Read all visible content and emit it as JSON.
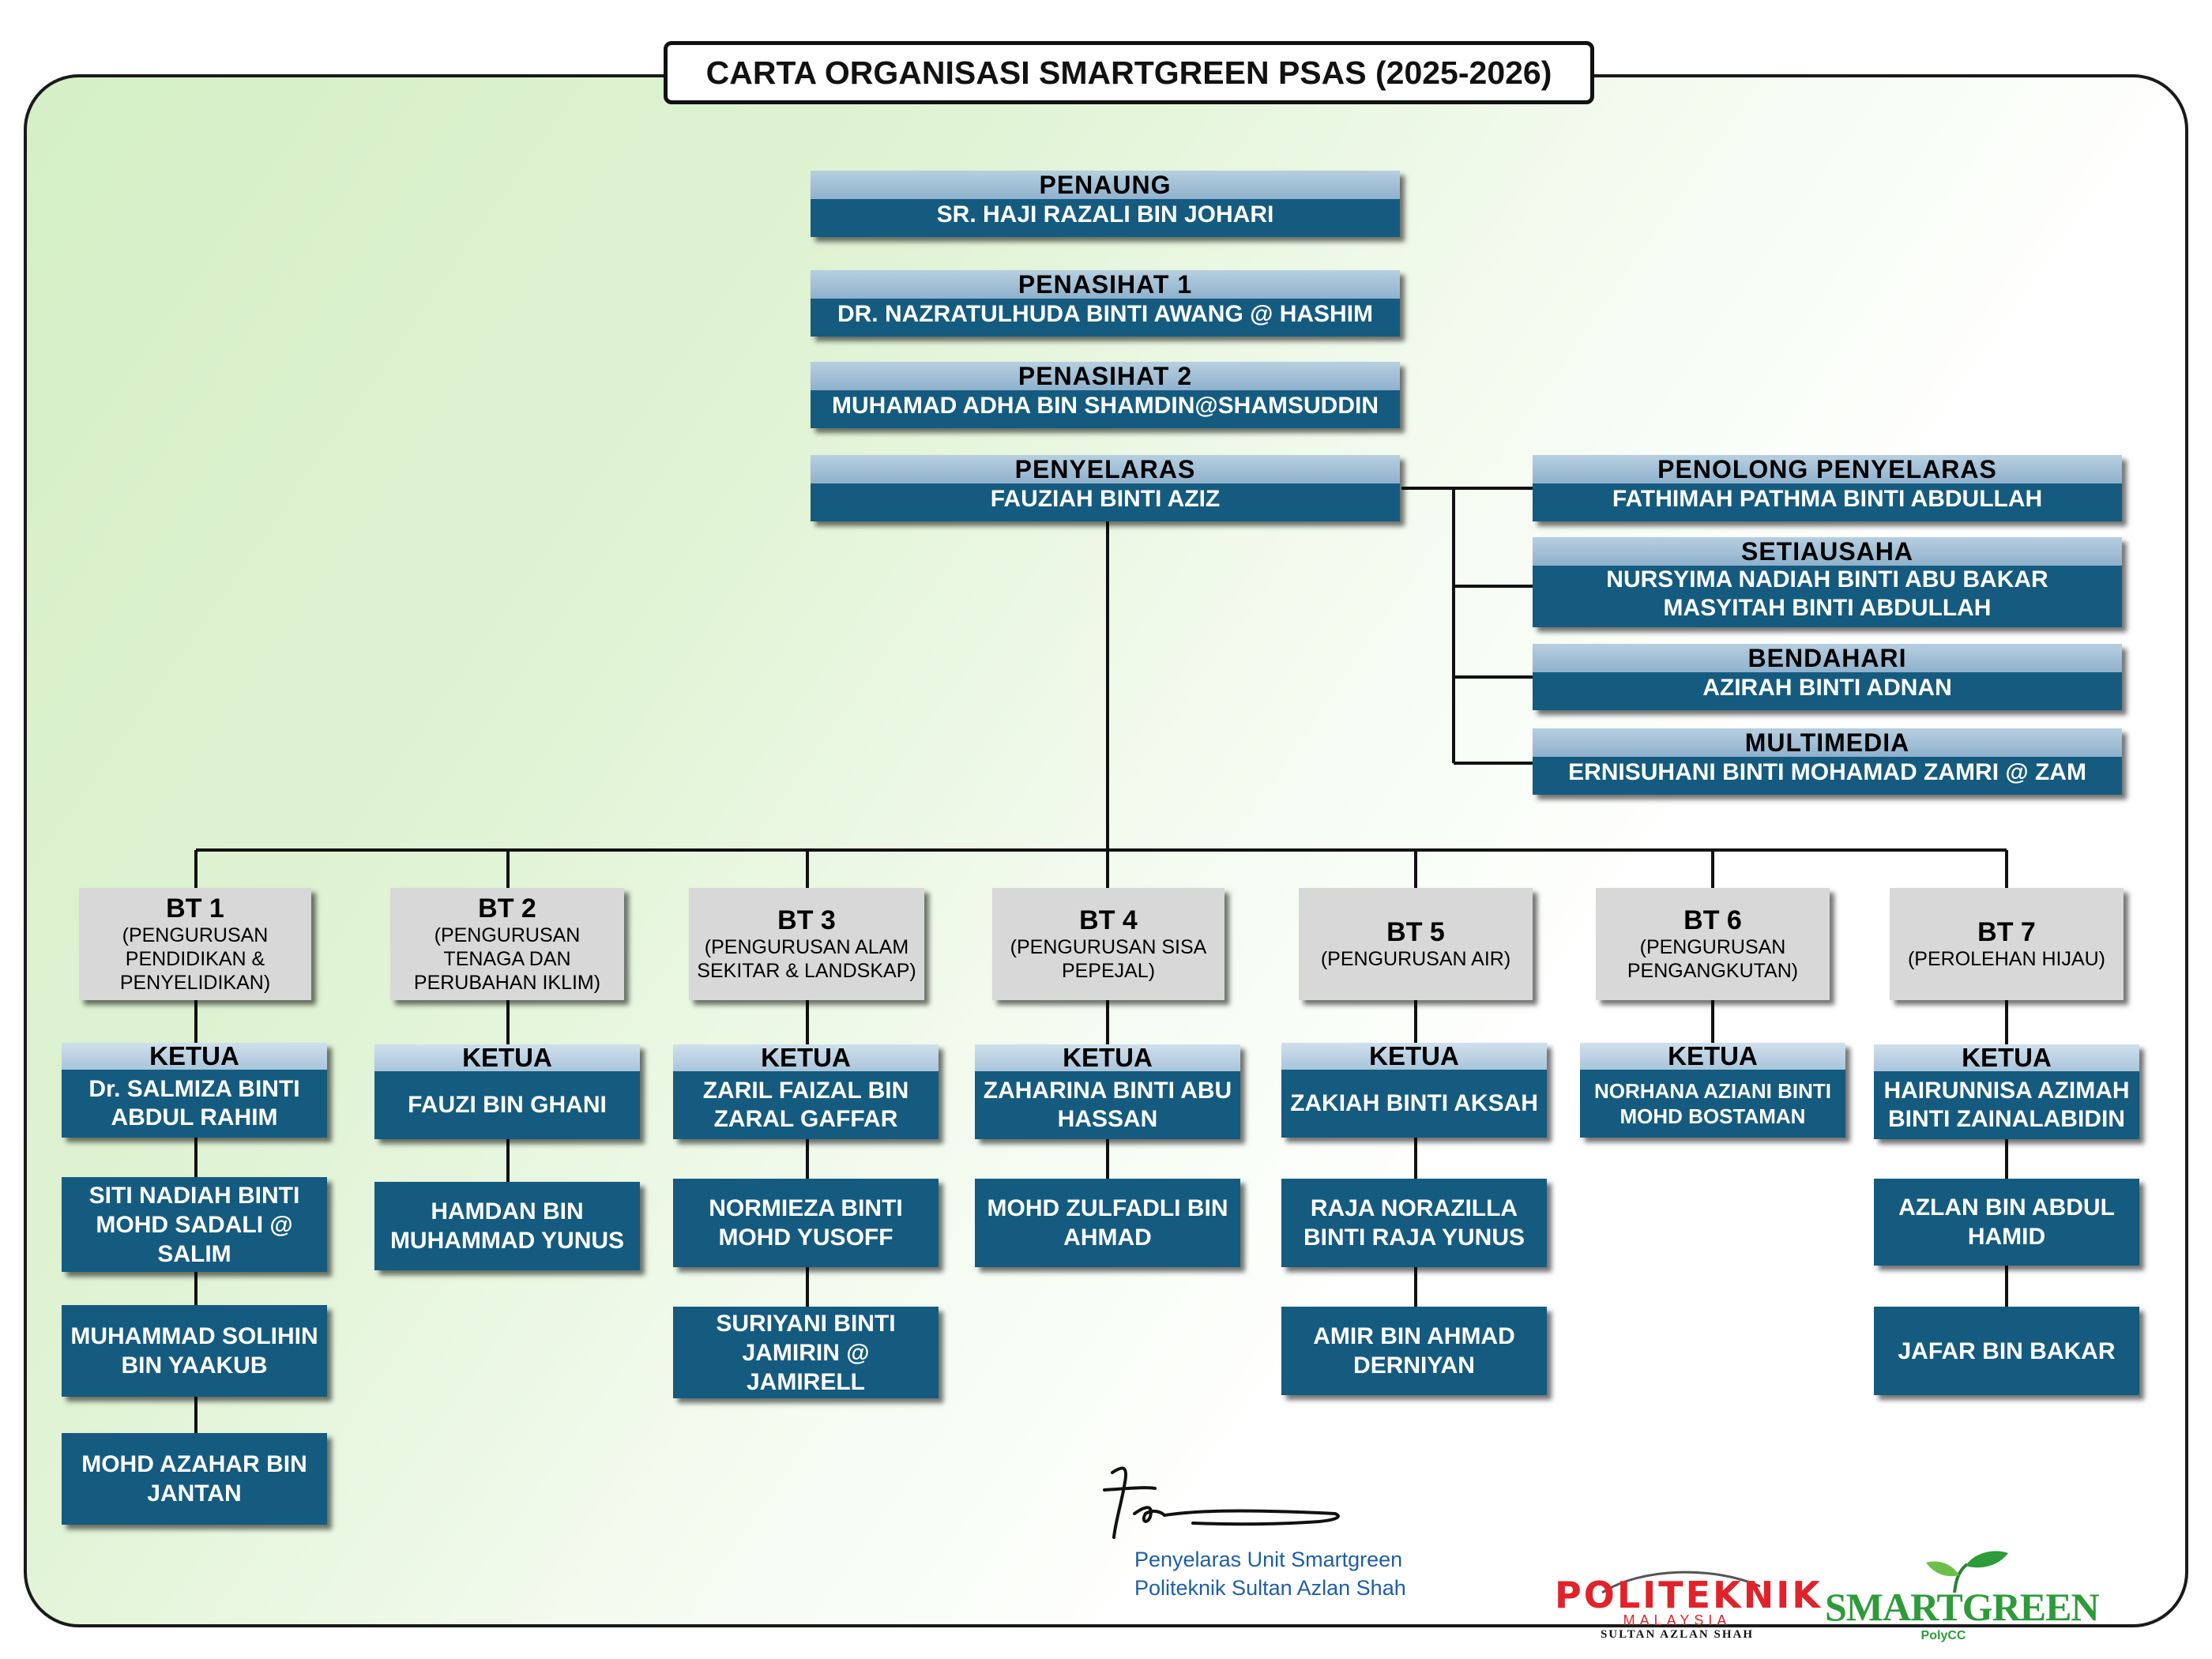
{
  "title": "CARTA ORGANISASI SMARTGREEN PSAS (2025-2026)",
  "top": [
    {
      "role": "PENAUNG",
      "name": "SR. HAJI RAZALI BIN JOHARI"
    },
    {
      "role": "PENASIHAT 1",
      "name": "DR. NAZRATULHUDA BINTI AWANG @ HASHIM"
    },
    {
      "role": "PENASIHAT 2",
      "name": "MUHAMAD ADHA BIN SHAMDIN@SHAMSUDDIN"
    },
    {
      "role": "PENYELARAS",
      "name": "FAUZIAH BINTI AZIZ"
    }
  ],
  "side": [
    {
      "role": "PENOLONG PENYELARAS",
      "names": [
        "FATHIMAH PATHMA BINTI ABDULLAH"
      ]
    },
    {
      "role": "SETIAUSAHA",
      "names": [
        "NURSYIMA NADIAH BINTI ABU BAKAR",
        "MASYITAH BINTI ABDULLAH"
      ]
    },
    {
      "role": "BENDAHARI",
      "names": [
        "AZIRAH BINTI ADNAN"
      ]
    },
    {
      "role": "MULTIMEDIA",
      "names": [
        "ERNISUHANI BINTI MOHAMAD ZAMRI @ ZAM"
      ]
    }
  ],
  "ketua_label": "KETUA",
  "bureaus": [
    {
      "bt": "BT 1",
      "desc": "(PENGURUSAN PENDIDIKAN & PENYELIDIKAN)",
      "ketua": "Dr. SALMIZA BINTI ABDUL RAHIM",
      "members": [
        "SITI NADIAH BINTI MOHD SADALI @ SALIM",
        "MUHAMMAD SOLIHIN BIN YAAKUB",
        "MOHD AZAHAR BIN JANTAN"
      ]
    },
    {
      "bt": "BT 2",
      "desc": "(PENGURUSAN TENAGA DAN PERUBAHAN IKLIM)",
      "ketua": "FAUZI BIN GHANI",
      "members": [
        "HAMDAN BIN MUHAMMAD YUNUS"
      ]
    },
    {
      "bt": "BT 3",
      "desc": "(PENGURUSAN ALAM SEKITAR & LANDSKAP)",
      "ketua": "ZARIL FAIZAL BIN ZARAL GAFFAR",
      "members": [
        "NORMIEZA BINTI MOHD YUSOFF",
        "SURIYANI BINTI JAMIRIN @ JAMIRELL"
      ]
    },
    {
      "bt": "BT 4",
      "desc": "(PENGURUSAN SISA PEPEJAL)",
      "ketua": "ZAHARINA BINTI ABU HASSAN",
      "members": [
        "MOHD ZULFADLI BIN AHMAD"
      ]
    },
    {
      "bt": "BT 5",
      "desc": "(PENGURUSAN AIR)",
      "ketua": "ZAKIAH BINTI AKSAH",
      "members": [
        "RAJA NORAZILLA BINTI RAJA YUNUS",
        "AMIR BIN AHMAD DERNIYAN"
      ]
    },
    {
      "bt": "BT 6",
      "desc": "(PENGURUSAN PENGANGKUTAN)",
      "ketua": "NORHANA AZIANI  BINTI MOHD BOSTAMAN",
      "members": []
    },
    {
      "bt": "BT 7",
      "desc": "(PEROLEHAN HIJAU)",
      "ketua": "HAIRUNNISA AZIMAH BINTI ZAINALABIDIN",
      "members": [
        "AZLAN BIN ABDUL HAMID",
        "JAFAR BIN BAKAR"
      ]
    }
  ],
  "signature": {
    "line1": "Penyelaras Unit Smartgreen",
    "line2": "Politeknik Sultan Azlan Shah"
  },
  "logos": {
    "politeknik_main": "POLITEKNIK",
    "politeknik_sub": "MALAYSIA",
    "politeknik_campus": "SULTAN AZLAN SHAH",
    "smartgreen_main": "SMARTGREEN",
    "smartgreen_sub": "PolyCC"
  },
  "colors": {
    "box_blue": "#155b7f",
    "box_grey": "#d8d8d8",
    "politeknik_red": "#e0232b",
    "smartgreen_green": "#2e9b3a"
  }
}
